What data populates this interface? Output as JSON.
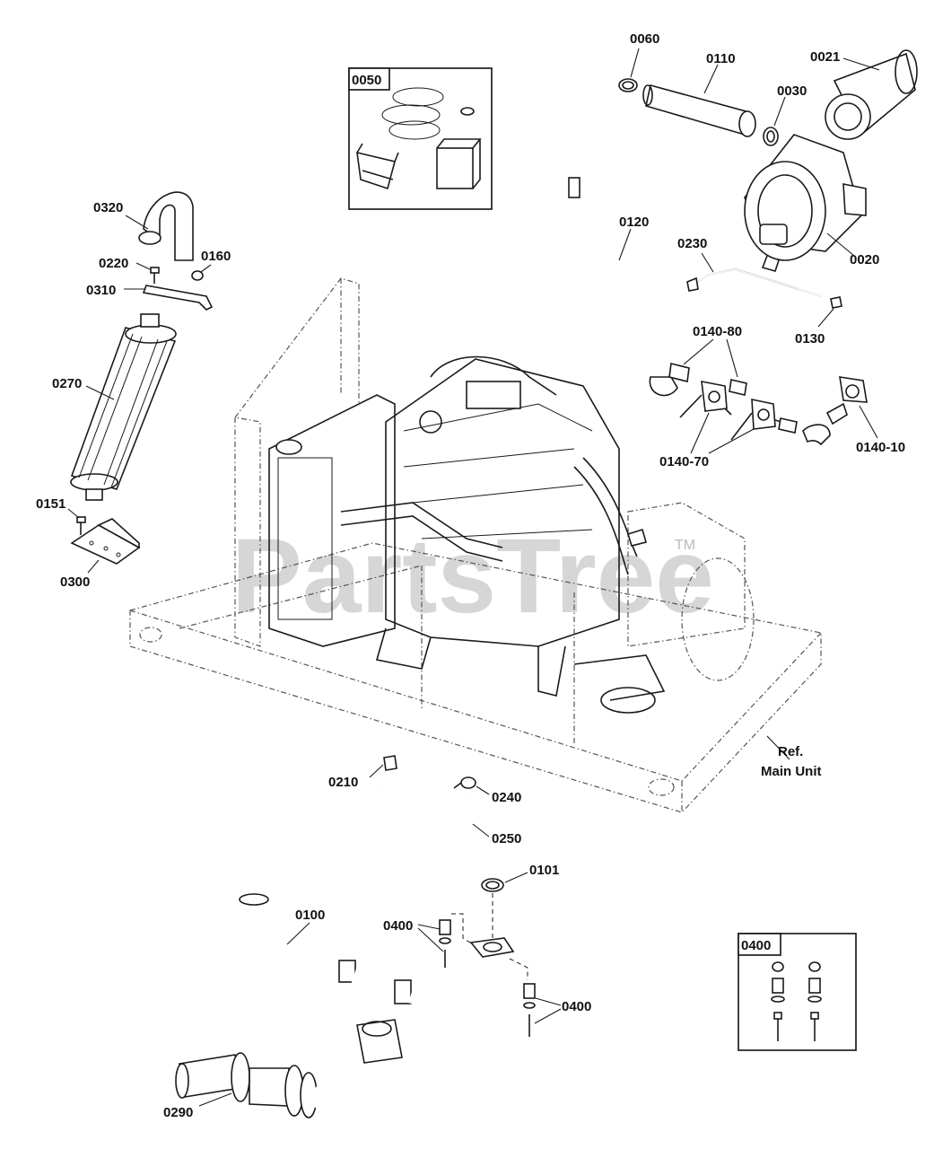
{
  "watermark": {
    "text": "PartsTree",
    "tm": "TM"
  },
  "callouts": {
    "c0060": "0060",
    "c0110": "0110",
    "c0030": "0030",
    "c0021": "0021",
    "c0120": "0120",
    "c0230": "0230",
    "c0020": "0020",
    "c0130": "0130",
    "c0140_80": "0140-80",
    "c0140_70": "0140-70",
    "c0140_10": "0140-10",
    "c0320": "0320",
    "c0220": "0220",
    "c0160": "0160",
    "c0310": "0310",
    "c0270": "0270",
    "c0151": "0151",
    "c0300": "0300",
    "c0210": "0210",
    "c0240": "0240",
    "c0250": "0250",
    "c0101": "0101",
    "c0100": "0100",
    "c0400a": "0400",
    "c0400b": "0400",
    "c0290": "0290"
  },
  "kit_boxes": {
    "kit0050": "0050",
    "kit0400": "0400"
  },
  "reference": {
    "line1": "Ref.",
    "line2": "Main Unit"
  }
}
